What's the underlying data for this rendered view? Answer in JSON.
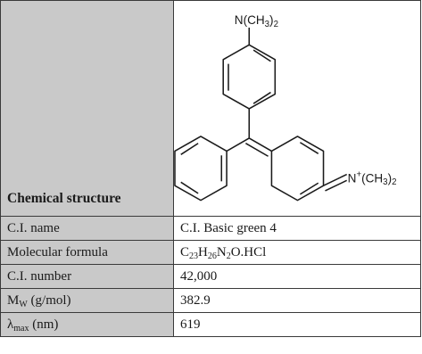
{
  "structure": {
    "label": "Chemical structure",
    "top_group": "N(CH",
    "top_group_sub": "3",
    "top_group_end": ")",
    "top_group_sub2": "2",
    "right_group": "N",
    "right_group_charge": "+",
    "right_group_mid": "(CH",
    "right_group_sub": "3",
    "right_group_end": ")",
    "right_group_sub2": "2"
  },
  "rows": [
    {
      "label": "C.I. name",
      "value": "C.I. Basic green 4"
    },
    {
      "label": "Molecular formula",
      "value_parts": [
        "C",
        "23",
        "H",
        "26",
        "N",
        "2",
        "O.HCl"
      ]
    },
    {
      "label": "C.I. number",
      "value": "42,000"
    },
    {
      "label_main": "M",
      "label_sub": "W",
      "label_end": " (g/mol)",
      "value": "382.9"
    },
    {
      "label_main": "λ",
      "label_sub": "max",
      "label_end": " (nm)",
      "value": "619"
    }
  ]
}
